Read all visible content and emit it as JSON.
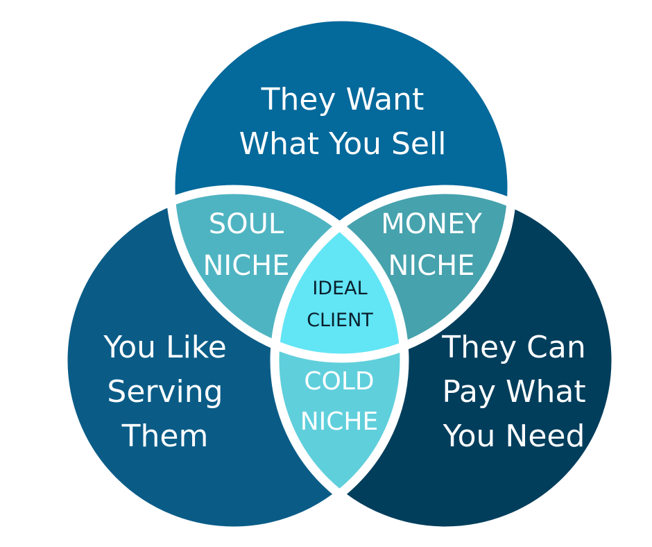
{
  "colors": {
    "top_circle": "#04699b",
    "left_circle": "#0a5c87",
    "right_circle": "#003e5c",
    "soul_niche": "#4fb4c2",
    "money_niche": "#46a2ad",
    "cold_niche": "#60cfdc",
    "ideal_client": "#62e5f5",
    "outline": "#ffffff"
  },
  "circles": {
    "top": {
      "line1": "They Want",
      "line2": "What You Sell"
    },
    "left": {
      "line1": "You Like",
      "line2": "Serving",
      "line3": "Them"
    },
    "right": {
      "line1": "They Can",
      "line2": "Pay What",
      "line3": "You Need"
    }
  },
  "overlaps": {
    "soul": {
      "line1": "SOUL",
      "line2": "NICHE"
    },
    "money": {
      "line1": "MONEY",
      "line2": "NICHE"
    },
    "cold": {
      "line1": "COLD",
      "line2": "NICHE"
    },
    "center": {
      "line1": "IDEAL",
      "line2": "CLIENT"
    }
  }
}
